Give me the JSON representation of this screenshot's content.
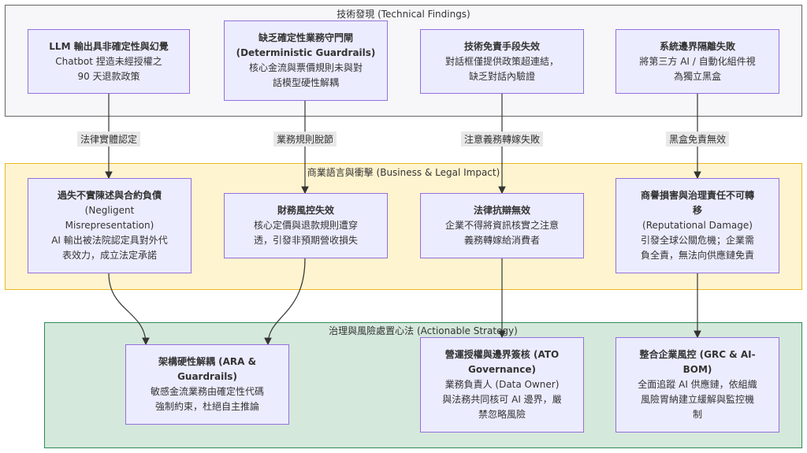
{
  "groups": {
    "tech": "技術發現 (Technical Findings)",
    "biz": "商業語言與衝擊 (Business & Legal Impact)",
    "gov": "治理與風險處置心法 (Actionable Strategy)"
  },
  "nodes": {
    "t1": {
      "title": "LLM 輸出具非確定性與幻覺",
      "desc": [
        "Chatbot 捏造未經授權之",
        "90 天退款政策"
      ]
    },
    "t2": {
      "title": "缺乏確定性業務守門閘",
      "title2": "(Deterministic Guardrails)",
      "desc": [
        "核心金流與票價規則未與對",
        "話模型硬性解耦"
      ]
    },
    "t3": {
      "title": "技術免責手段失效",
      "desc": [
        "對話框僅提供政策超連結，",
        "缺乏對話內驗證"
      ]
    },
    "t4": {
      "title": "系統邊界隔離失敗",
      "desc": [
        "將第三方 AI / 自動化組件視",
        "為獨立黑盒"
      ]
    },
    "b1": {
      "title": "過失不實陳述與合約負債",
      "desc": [
        "(Negligent",
        "Misrepresentation)",
        "AI 輸出被法院認定具對外代",
        "表效力，成立法定承諾"
      ]
    },
    "b2": {
      "title": "財務風控失效",
      "desc": [
        "核心定價與退款規則遭穿",
        "透，引發非預期營收損失"
      ]
    },
    "b3": {
      "title": "法律抗辯無效",
      "desc": [
        "企業不得將資訊核實之注意",
        "義務轉嫁給消費者"
      ]
    },
    "b4": {
      "title": "商譽損害與治理責任不可轉",
      "title2": "移",
      "desc": [
        "(Reputational Damage)",
        "引發全球公關危機；企業需",
        "負全責，無法向供應鏈免責"
      ]
    },
    "g1": {
      "title": "架構硬性解耦 (ARA &",
      "title2": "Guardrails)",
      "desc": [
        "敏感金流業務由確定性代碼",
        "強制約束，杜絕自主推論"
      ]
    },
    "g2": {
      "title": "營運授權與邊界簽核 (ATO",
      "title2": "Governance)",
      "desc": [
        "業務負責人 (Data Owner)",
        "與法務共同核可 AI 邊界，嚴",
        "禁忽略風險"
      ]
    },
    "g3": {
      "title": "整合企業風控 (GRC & AI-",
      "title2": "BOM)",
      "desc": [
        "全面追蹤 AI 供應鏈，依組織",
        "風險胃納建立緩解與監控機",
        "制"
      ]
    }
  },
  "edge_labels": {
    "e1": "法律實體認定",
    "e2": "業務規則脫節",
    "e3": "注意義務轉嫁失敗",
    "e4": "黑盒免責無效"
  }
}
